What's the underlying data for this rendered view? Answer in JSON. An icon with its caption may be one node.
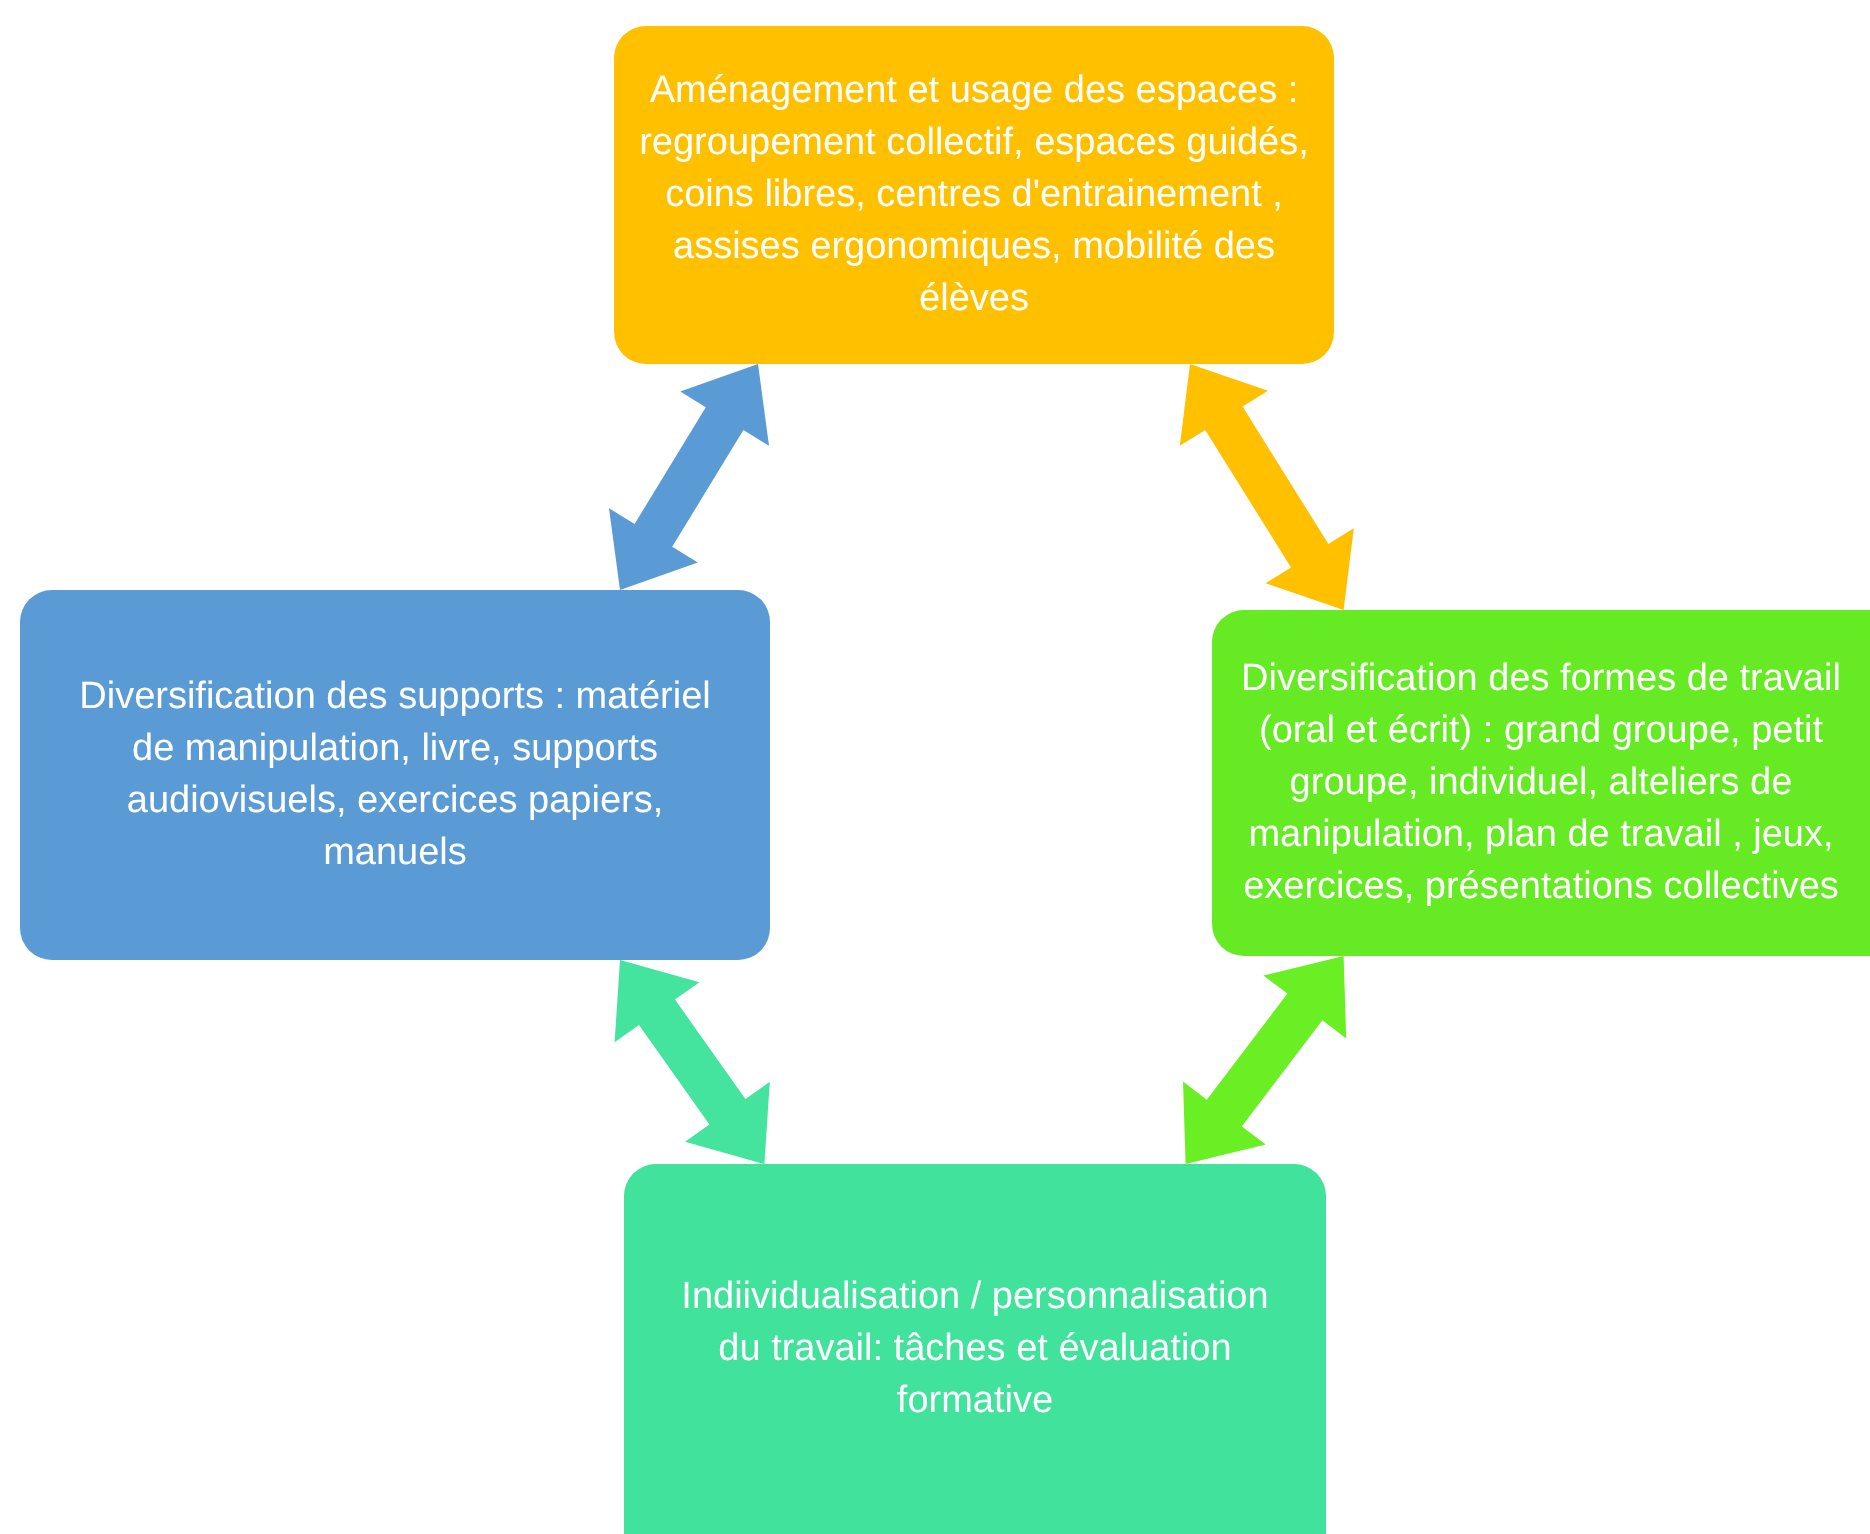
{
  "diagram": {
    "nodes": [
      {
        "text": [
          "Aménagement et usage des espaces : regroupement collectif, espaces guidés, coins libres, centres d'entrainement , assises ergonomiques, mobilité des élèves"
        ]
      },
      {
        "text": [
          "Diversification des supports : matériel de manipulation, livre, supports audiovisuels, exercices papiers, manuels"
        ]
      },
      {
        "text": [
          "Diversification des formes de travail (oral et écrit) : grand groupe, petit groupe, individuel, alteliers de manipulation, plan de travail , jeux, exercices, présentations collectives"
        ]
      },
      {
        "text": [
          "Indiividualisation / personnalisation du travail: tâches et évaluation formative"
        ]
      }
    ],
    "edges": [
      {
        "from": 0,
        "to": 1,
        "arrow": "both",
        "style": "thick",
        "color": "#5b9bd5"
      },
      {
        "from": 0,
        "to": 2,
        "arrow": "both",
        "style": "thick",
        "color": "#ffc000"
      },
      {
        "from": 1,
        "to": 3,
        "arrow": "both",
        "style": "thick",
        "color": "#44e39e"
      },
      {
        "from": 2,
        "to": 3,
        "arrow": "both",
        "style": "thick",
        "color": "#6aef24"
      }
    ]
  }
}
